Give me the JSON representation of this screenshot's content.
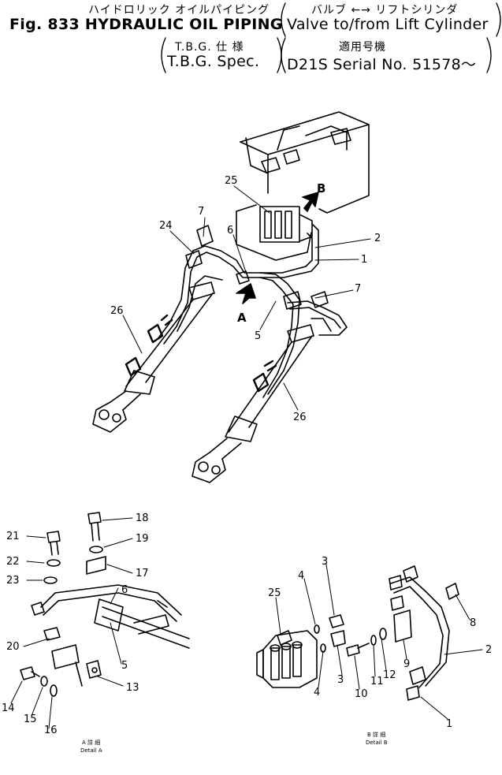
{
  "header": {
    "jp_title": "ハイドロリック オイルパイピング",
    "jp_valve": "バルブ ←→ リフトシリンダ",
    "fig_title": "Fig. 833  HYDRAULIC OIL PIPING",
    "en_valve": "Valve to/from Lift Cylinder",
    "jp_tbg": "T.B.G. 仕 様",
    "en_tbg": "T.B.G. Spec.",
    "jp_serial": "適用号機",
    "en_serial": "D21S Serial No. 51578～"
  },
  "arrows": {
    "a": "A",
    "b": "B"
  },
  "main_callouts": [
    "25",
    "2",
    "1",
    "7",
    "6",
    "24",
    "7",
    "5",
    "26",
    "26"
  ],
  "detail_a": {
    "callouts": [
      "18",
      "19",
      "21",
      "22",
      "23",
      "17",
      "6",
      "20",
      "5",
      "13",
      "14",
      "15",
      "16"
    ],
    "caption_jp": "A 詳 細",
    "caption_en": "Detail A"
  },
  "detail_b": {
    "callouts": [
      "25",
      "4",
      "3",
      "8",
      "2",
      "9",
      "12",
      "11",
      "10",
      "3",
      "4",
      "1"
    ],
    "caption_jp": "B 詳 細",
    "caption_en": "Detail B"
  }
}
